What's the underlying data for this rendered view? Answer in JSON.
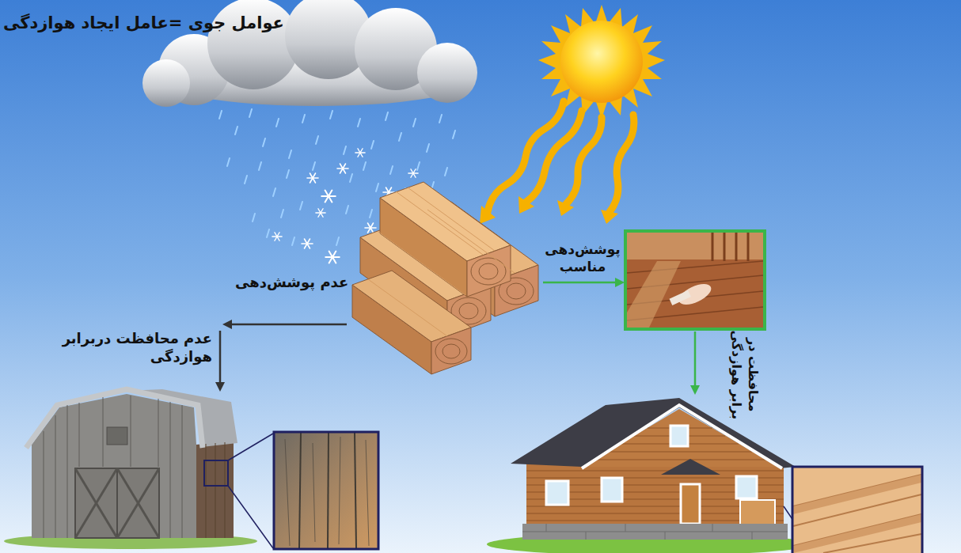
{
  "diagram": {
    "title": "عوامل جوی =عامل ایجاد هوازدگی",
    "labels": [
      "پوشش‌دهی مناسب",
      "عدم پوشش‌دهی",
      "عدم محافظت دربرابر هوازدگی",
      "محافظت در برابر هوازدگی"
    ]
  }
}
